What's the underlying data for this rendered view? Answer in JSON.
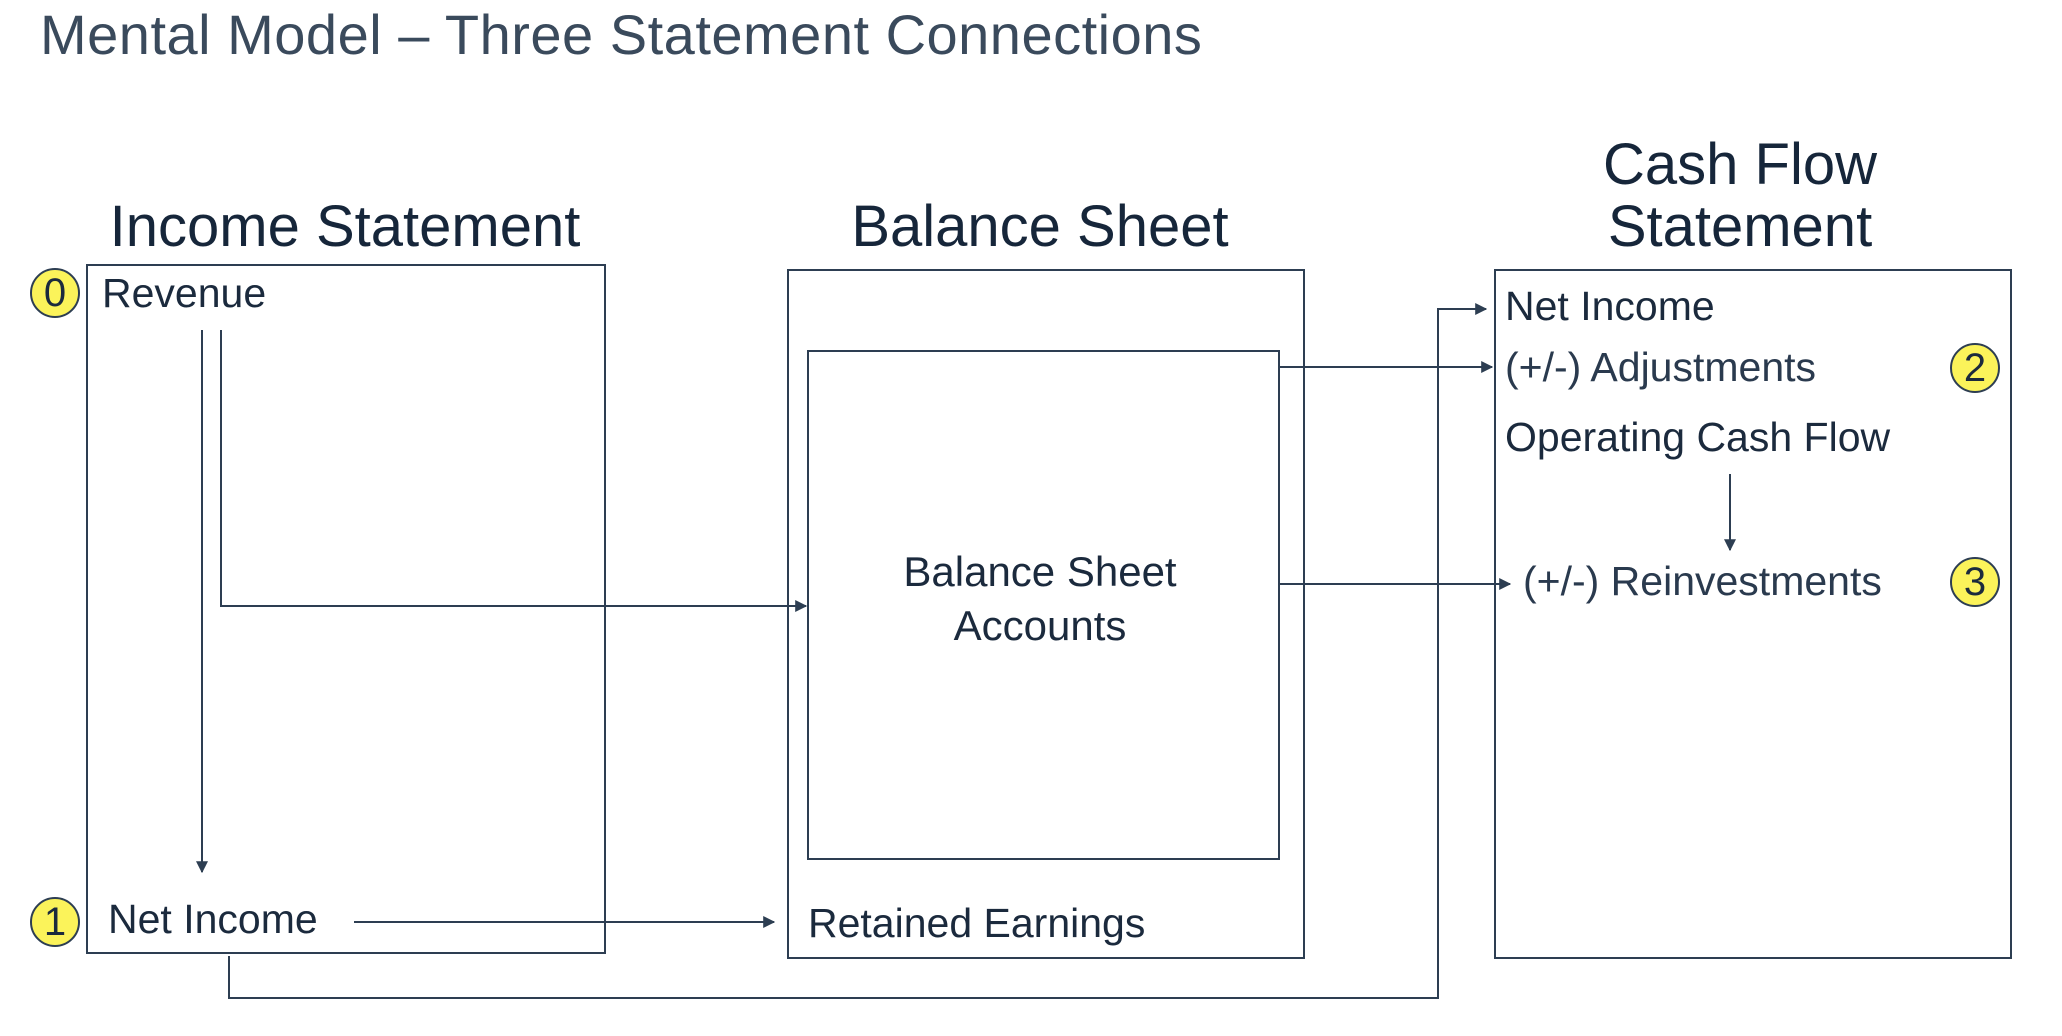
{
  "title": "Mental Model – Three Statement Connections",
  "income_statement": {
    "title": "Income Statement",
    "revenue_label": "Revenue",
    "net_income_label": "Net Income",
    "badge_revenue": "0",
    "badge_net_income": "1"
  },
  "balance_sheet": {
    "title": "Balance Sheet",
    "accounts_line1": "Balance Sheet",
    "accounts_line2": "Accounts",
    "retained_earnings_label": "Retained Earnings"
  },
  "cash_flow": {
    "title_line1": "Cash Flow",
    "title_line2": "Statement",
    "net_income_label": "Net Income",
    "adjustments_label": "(+/-) Adjustments",
    "operating_cf_label": "Operating Cash Flow",
    "reinvestments_label": "(+/-) Reinvestments",
    "badge_adjustments": "2",
    "badge_reinvestments": "3"
  },
  "colors": {
    "line": "#2d3e52",
    "badge_fill": "#fbf35a",
    "text": "#1b2a3d"
  }
}
